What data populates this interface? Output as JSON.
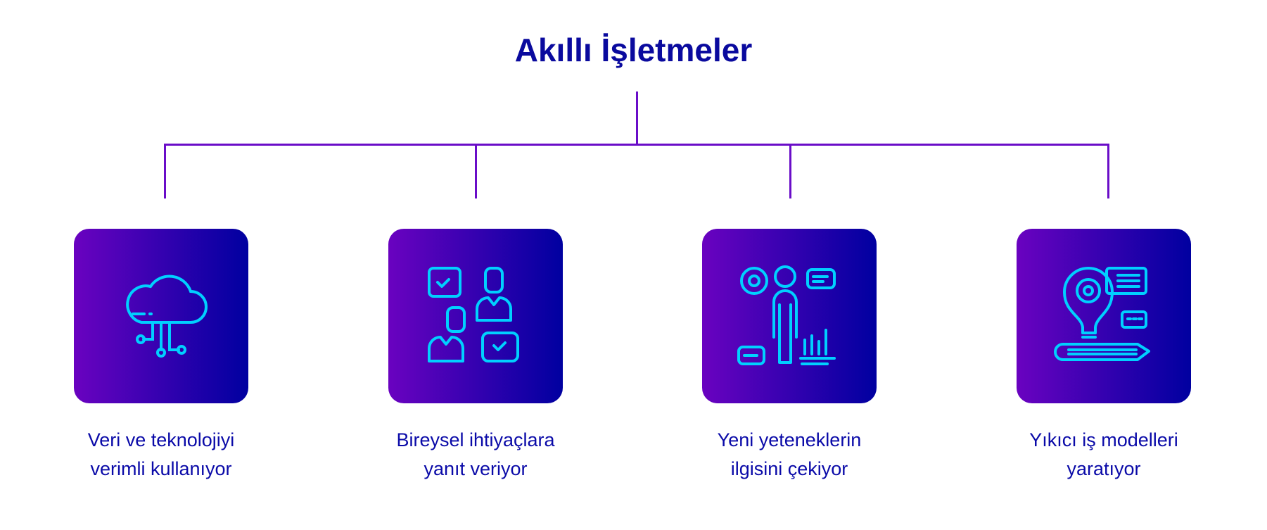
{
  "title": "Akıllı İşletmeler",
  "colors": {
    "title": "#0a0a9e",
    "connector": "#6a0dc8",
    "card_gradient_start": "#6a02c0",
    "card_gradient_end": "#0000a0",
    "icon": "#00d0ff"
  },
  "items": [
    {
      "icon": "cloud-network-icon",
      "line1": "Veri ve teknolojiyi",
      "line2": "verimli kullanıyor"
    },
    {
      "icon": "people-chat-icon",
      "line1": "Bireysel ihtiyaçlara",
      "line2": "yanıt veriyor"
    },
    {
      "icon": "person-analytics-icon",
      "line1": "Yeni yeteneklerin",
      "line2": "ilgisini çekiyor"
    },
    {
      "icon": "lightbulb-gear-icon",
      "line1": "Yıkıcı iş modelleri",
      "line2": "yaratıyor"
    }
  ]
}
